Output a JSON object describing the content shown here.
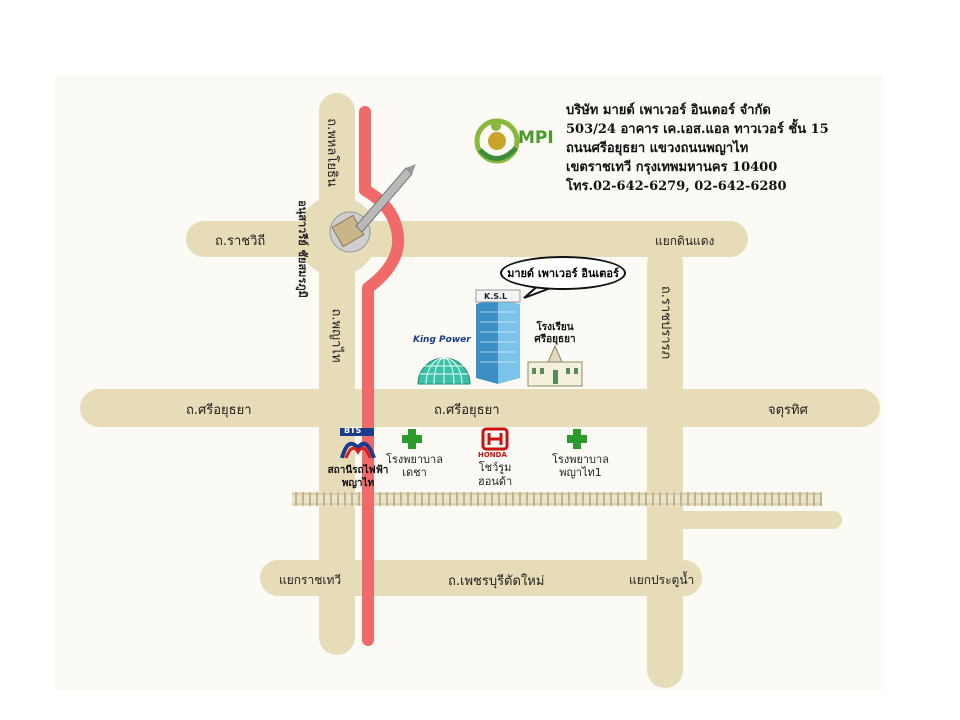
{
  "company": {
    "name": "บริษัท มายด์ เพาเวอร์ อินเตอร์ จำกัด",
    "address1": "503/24 อาคาร เค.เอส.แอล ทาวเวอร์ ชั้น 15",
    "address2": "ถนนศรีอยุธยา แขวงถนนพญาไท",
    "address3": "เขตราชเทวี กรุงเทพมหานคร 10400",
    "phone": "โทร.02-642-6279, 02-642-6280",
    "logo": "MPI"
  },
  "callout": "มายด์ เพาเวอร์ อินเตอร์",
  "roads": {
    "ratchawithi": "ถ.ราชวิถี",
    "phahonyothin": "ถ.พหลโยธิน",
    "phayathai": "ถ.พญาไท",
    "ratchaprarop": "ถ.ราชปรารภ",
    "sri_ayutthaya_left": "ถ.ศรีอยุธยา",
    "sri_ayutthaya_center": "ถ.ศรีอยุธยา",
    "phetchaburi": "ถ.เพชรบุรีตัดใหม่"
  },
  "intersections": {
    "din_daeng": "แยกดินแดง",
    "chatuchak": "จตุรทิศ",
    "ratchathewi": "แยกราชเทวี",
    "pratunam": "แยกประตูน้ำ"
  },
  "landmarks": {
    "monument": "อนุสาวรีย์ ชัยสมรภูมิ",
    "king_power": "King Power",
    "ksl": "K.S.L",
    "school_line1": "โรงเรียน",
    "school_line2": "ศรีอยุธยา",
    "bts_logo": "BTS",
    "bts_line1": "สถานีรถไฟฟ้า",
    "bts_line2": "พญาไท",
    "hospital1_line1": "โรงพยาบาล",
    "hospital1_line2": "เดชา",
    "honda_logo": "HONDA",
    "honda_line1": "โชว์รูม",
    "honda_line2": "ฮอนด้า",
    "hospital2_line1": "โรงพยาบาล",
    "hospital2_line2": "พญาไท1"
  },
  "colors": {
    "road": "#e6dcb8",
    "bts_line": "#f06a6a",
    "hospital_cross": "#2a9a2a",
    "honda": "#cc1111"
  }
}
